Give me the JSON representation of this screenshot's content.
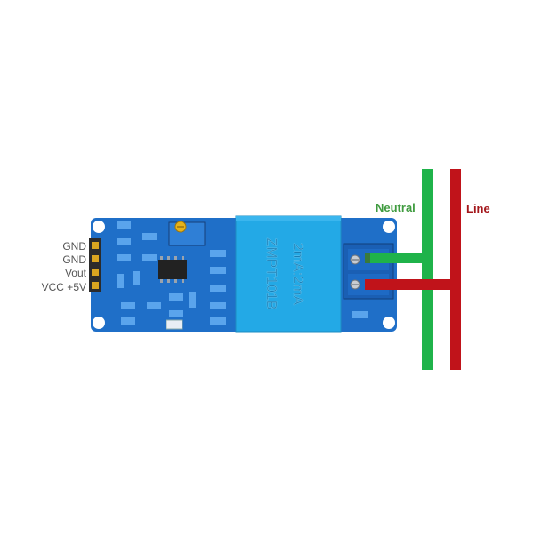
{
  "pins": [
    {
      "label": "GND"
    },
    {
      "label": "GND"
    },
    {
      "label": "Vout"
    },
    {
      "label": "VCC +5V"
    }
  ],
  "transformer": {
    "model": "ZMPT101B",
    "rating": "2mA:2mA"
  },
  "wires": {
    "neutral": {
      "label": "Neutral",
      "color": "#1fb34a"
    },
    "line": {
      "label": "Line",
      "color": "#c0131a"
    }
  },
  "colors": {
    "pcb": "#1f6fc8",
    "pcb_pad": "#5aa4ec",
    "transformer": "#23a9e6",
    "terminal": "#1a5fb4",
    "pin_header": "#2b2b2b",
    "ic": "#222222",
    "potentiometer": "#e6b31a"
  }
}
